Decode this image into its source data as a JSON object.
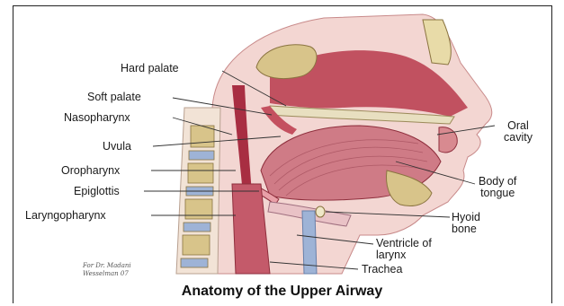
{
  "figure": {
    "title": "Anatomy of the Upper Airway",
    "credit": "For Dr. Madani",
    "signature": "Wesselman 07",
    "labels_left": [
      {
        "key": "hard_palate",
        "text": "Hard palate"
      },
      {
        "key": "soft_palate",
        "text": "Soft palate"
      },
      {
        "key": "nasopharynx",
        "text": "Nasopharynx"
      },
      {
        "key": "uvula",
        "text": "Uvula"
      },
      {
        "key": "oropharynx",
        "text": "Oropharynx"
      },
      {
        "key": "epiglottis",
        "text": "Epiglottis"
      },
      {
        "key": "laryngopharynx",
        "text": "Laryngopharynx"
      }
    ],
    "labels_right": [
      {
        "key": "oral_cavity",
        "lines": [
          "Oral",
          "cavity"
        ]
      },
      {
        "key": "body_of_tongue",
        "lines": [
          "Body of",
          "tongue"
        ]
      },
      {
        "key": "hyoid_bone",
        "lines": [
          "Hyoid",
          "bone"
        ]
      },
      {
        "key": "ventricle_of_larynx",
        "lines": [
          "Ventricle of",
          "larynx"
        ]
      },
      {
        "key": "trachea",
        "lines": [
          "Trachea"
        ]
      }
    ]
  },
  "colors": {
    "tissue_pink": "#e9a0a8",
    "muscle_red": "#b73a4c",
    "bone_tan": "#d8c48a",
    "skin": "#f3d6d2",
    "vertebra_blue": "#9eb3d6"
  }
}
